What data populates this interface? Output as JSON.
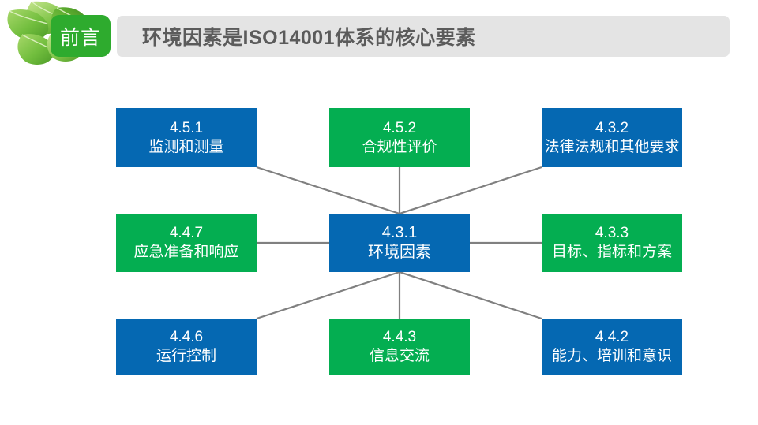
{
  "header": {
    "badge_label": "前言",
    "title": "环境因素是ISO14001体系的核心要素",
    "badge_color": "#2EAB2E",
    "bar_color": "#E4E4E4",
    "title_color": "#5B5B5B",
    "leaf_icon": "leaf-decoration-icon"
  },
  "palette": {
    "blue": "#0568B2",
    "green": "#04AE51",
    "connector": "#808080",
    "white": "#FFFFFF"
  },
  "diagram": {
    "type": "hub-and-spoke",
    "center": {
      "id": "center",
      "num": "4.3.1",
      "label": "环境因素",
      "color": "blue"
    },
    "nodes": [
      {
        "id": "top-left",
        "num": "4.5.1",
        "label": "监测和测量",
        "color": "blue"
      },
      {
        "id": "top-center",
        "num": "4.5.2",
        "label": "合规性评价",
        "color": "green"
      },
      {
        "id": "top-right",
        "num": "4.3.2",
        "label": "法律法规和其他要求",
        "color": "blue"
      },
      {
        "id": "middle-left",
        "num": "4.4.7",
        "label": "应急准备和响应",
        "color": "green"
      },
      {
        "id": "middle-right",
        "num": "4.3.3",
        "label": "目标、指标和方案",
        "color": "green"
      },
      {
        "id": "bottom-left",
        "num": "4.4.6",
        "label": "运行控制",
        "color": "blue"
      },
      {
        "id": "bottom-center",
        "num": "4.4.3",
        "label": "信息交流",
        "color": "green"
      },
      {
        "id": "bottom-right",
        "num": "4.4.2",
        "label": "能力、培训和意识",
        "color": "blue"
      }
    ],
    "connections": [
      "top-left-to-center",
      "top-center-to-center",
      "top-right-to-center",
      "middle-left-to-center",
      "middle-right-to-center",
      "bottom-left-to-center",
      "bottom-center-to-center",
      "bottom-right-to-center"
    ]
  }
}
